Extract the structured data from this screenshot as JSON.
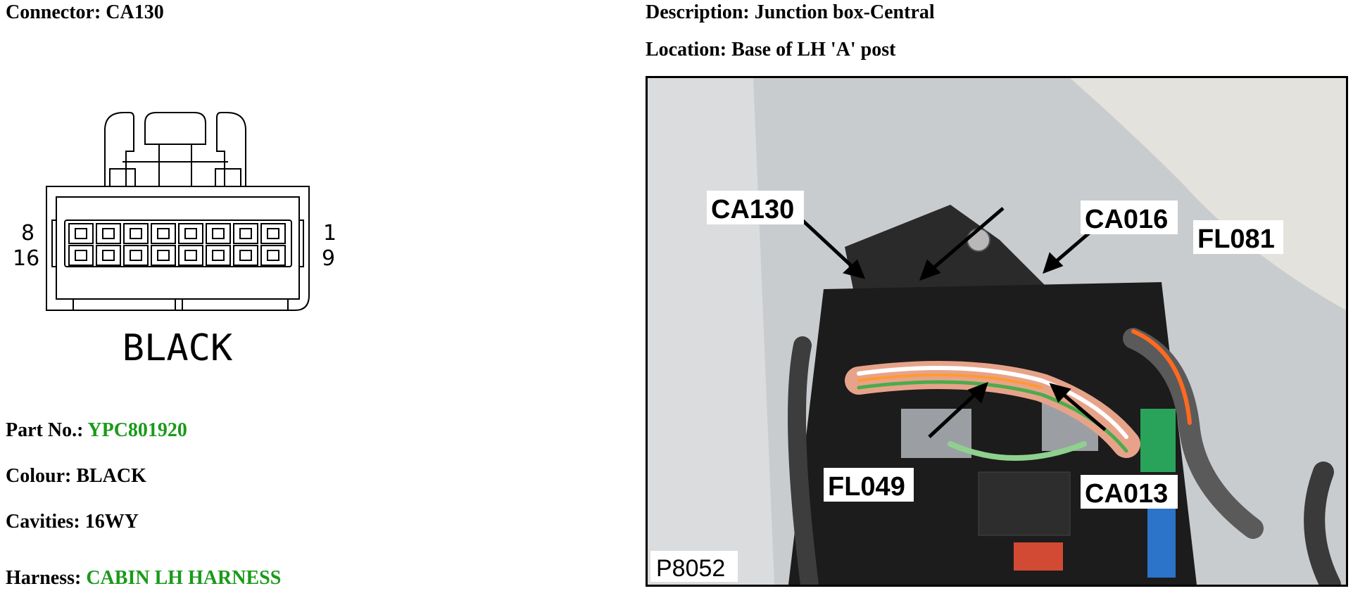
{
  "connector": {
    "label": "Connector:",
    "value": "CA130"
  },
  "description": {
    "label": "Description:",
    "value": "Junction box-Central"
  },
  "location": {
    "label": "Location:",
    "value": "Base of LH 'A' post"
  },
  "diagram": {
    "pin_top_left": "8",
    "pin_bottom_left": "16",
    "pin_top_right": "1",
    "pin_bottom_right": "9",
    "colour_caption": "BLACK"
  },
  "part_no": {
    "label": "Part No.:",
    "value": "YPC801920"
  },
  "colour": {
    "label": "Colour:",
    "value": "BLACK"
  },
  "cavities": {
    "label": "Cavities:",
    "value": "16WY"
  },
  "harness": {
    "label": "Harness:",
    "value": "CABIN LH HARNESS"
  },
  "photo": {
    "callouts": [
      "CA130",
      "CA016",
      "FL081",
      "FL049",
      "CA013"
    ],
    "reference": "P8052"
  },
  "colors": {
    "link_green": "#1a9a1a"
  }
}
